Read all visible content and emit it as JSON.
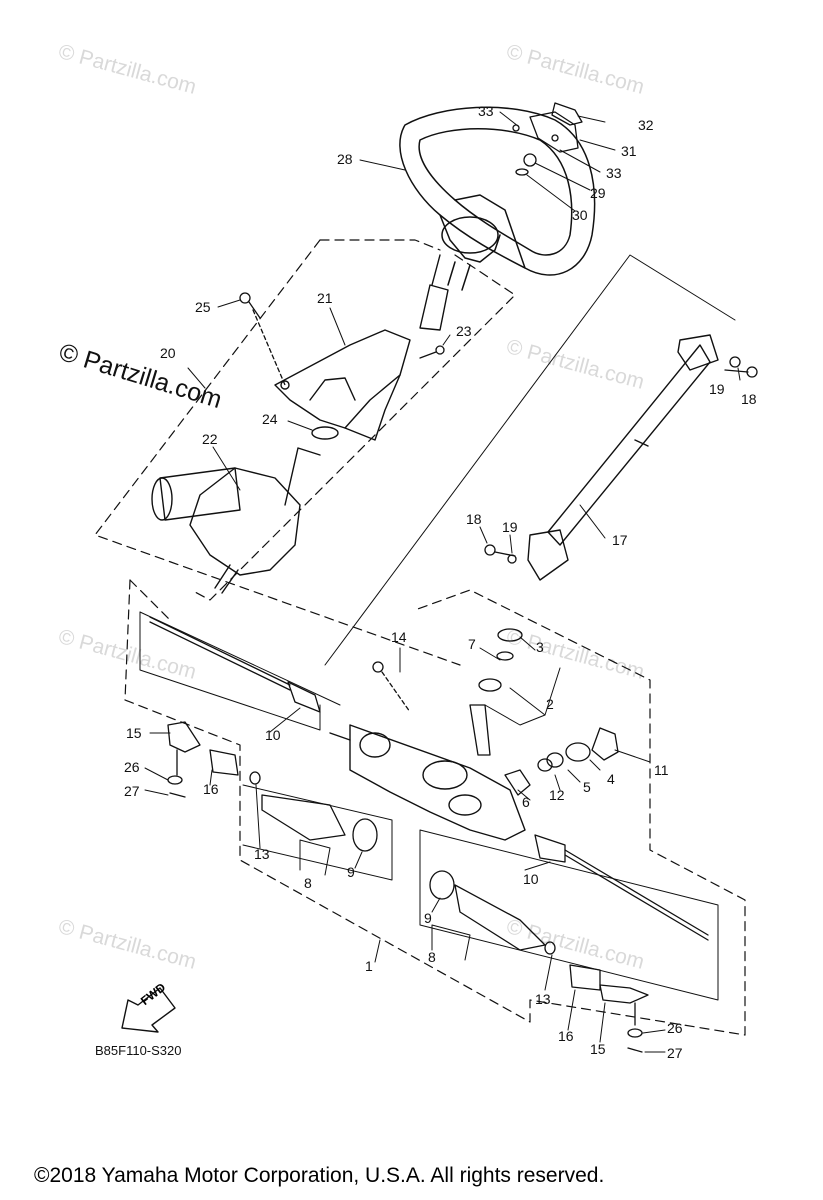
{
  "watermark": {
    "site": "© Partzilla.com",
    "site_bold": "© Partzilla.com"
  },
  "callouts": {
    "c1": "1",
    "c2": "2",
    "c3": "3",
    "c4": "4",
    "c5": "5",
    "c6": "6",
    "c7": "7",
    "c8a": "8",
    "c8b": "8",
    "c9a": "9",
    "c9b": "9",
    "c10a": "10",
    "c10b": "10",
    "c11": "11",
    "c12": "12",
    "c13a": "13",
    "c13b": "13",
    "c14": "14",
    "c15a": "15",
    "c15b": "15",
    "c16a": "16",
    "c16b": "16",
    "c17": "17",
    "c18a": "18",
    "c18b": "18",
    "c19a": "19",
    "c19b": "19",
    "c20": "20",
    "c21": "21",
    "c22": "22",
    "c23": "23",
    "c24": "24",
    "c25": "25",
    "c26a": "26",
    "c26b": "26",
    "c27a": "27",
    "c27b": "27",
    "c28": "28",
    "c29": "29",
    "c30": "30",
    "c31": "31",
    "c32": "32",
    "c33a": "33",
    "c33b": "33"
  },
  "fwd_arrow": {
    "label": "FWD"
  },
  "diagram_code": "B85F110-S320",
  "copyright": "©2018  Yamaha Motor Corporation, U.S.A. All rights reserved.",
  "colors": {
    "line": "#111111",
    "watermark": "#d9d9d9",
    "background": "#ffffff"
  }
}
